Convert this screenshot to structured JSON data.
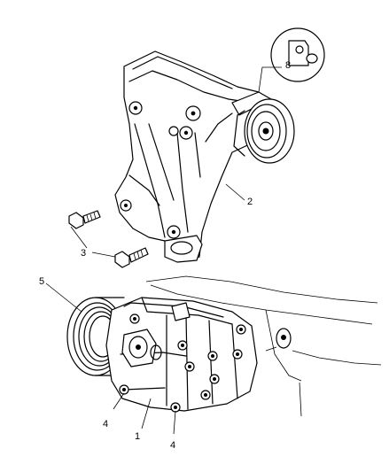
{
  "callouts": {
    "c1": "1",
    "c2": "2",
    "c3": "3",
    "c4a": "4",
    "c4b": "4",
    "c5": "5",
    "c8": "8"
  }
}
